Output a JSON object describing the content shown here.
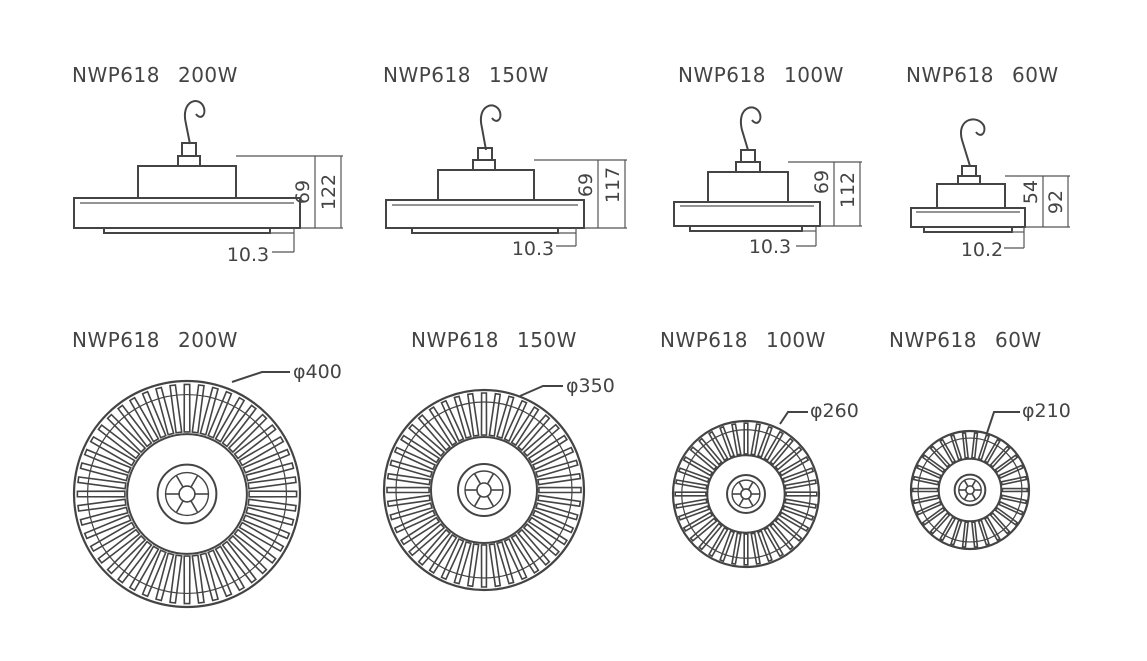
{
  "side_views": [
    {
      "model": "NWP618",
      "power": "200W",
      "height_body": "69",
      "height_total": "122",
      "lens": "10.3"
    },
    {
      "model": "NWP618",
      "power": "150W",
      "height_body": "69",
      "height_total": "117",
      "lens": "10.3"
    },
    {
      "model": "NWP618",
      "power": "100W",
      "height_body": "69",
      "height_total": "112",
      "lens": "10.3"
    },
    {
      "model": "NWP618",
      "power": "60W",
      "height_body": "54",
      "height_total": "92",
      "lens": "10.2"
    }
  ],
  "top_views": [
    {
      "model": "NWP618",
      "power": "200W",
      "diameter": "φ400"
    },
    {
      "model": "NWP618",
      "power": "150W",
      "diameter": "φ350"
    },
    {
      "model": "NWP618",
      "power": "100W",
      "diameter": "φ260"
    },
    {
      "model": "NWP618",
      "power": "60W",
      "diameter": "φ210"
    }
  ],
  "colors": {
    "stroke": "#444444",
    "background": "#ffffff"
  }
}
